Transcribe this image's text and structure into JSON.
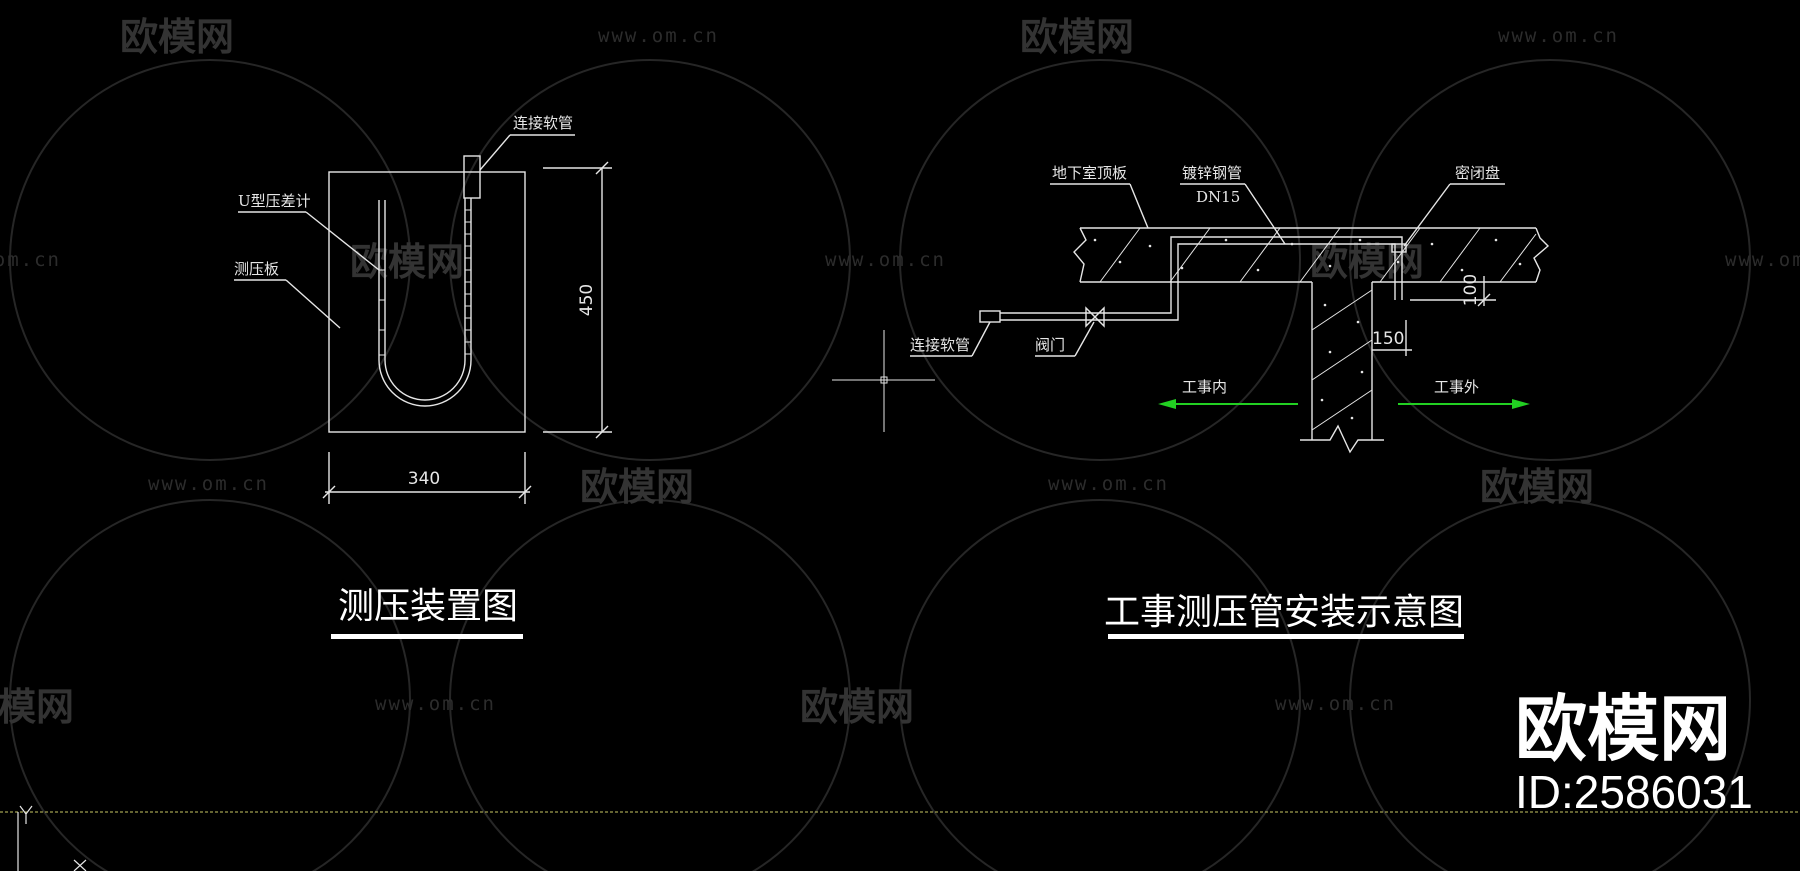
{
  "watermark": {
    "logo_text": "欧模网",
    "url_text": "www.om.cn"
  },
  "drawing_left": {
    "label_hose": "连接软管",
    "label_u_gauge": "U型压差计",
    "label_board": "测压板",
    "dim_height": "450",
    "dim_width": "340",
    "title": "测压装置图"
  },
  "drawing_right": {
    "label_slab": "地下室顶板",
    "label_pipe": "镀锌钢管",
    "label_pipe_size": "DN15",
    "label_seal": "密闭盘",
    "label_hose": "连接软管",
    "label_valve": "阀门",
    "dim_100": "100",
    "dim_150": "150",
    "label_inside": "工事内",
    "label_outside": "工事外",
    "title": "工事测压管安装示意图"
  },
  "brand": {
    "name": "欧模网",
    "id": "ID:2586031"
  },
  "colors": {
    "background": "#000000",
    "lines": "#e6e6e6",
    "arrow": "#22d022",
    "axis": "#c8c864",
    "watermark": "#2c2c2c"
  }
}
